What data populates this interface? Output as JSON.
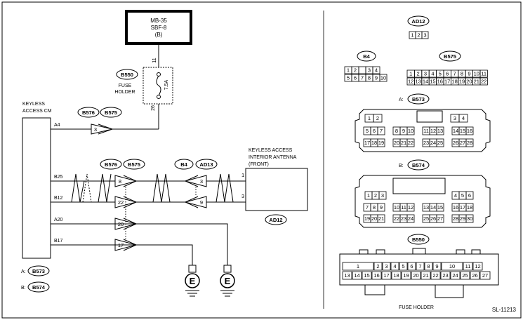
{
  "power": {
    "line1": "MB-35",
    "line2": "SBF-8",
    "line3": "(B)"
  },
  "fuse": {
    "id": "B550",
    "label1": "FUSE",
    "label2": "HOLDER",
    "rating": "7.5A",
    "pin_top": "11",
    "pin_bottom": "26"
  },
  "module": {
    "line1": "KEYLESS",
    "line2": "ACCESS CM",
    "pins": [
      "A4",
      "B25",
      "B12",
      "A20",
      "B17"
    ]
  },
  "connectors": {
    "b576": "B576",
    "b575": "B575",
    "b4": "B4",
    "ad13": "AD13",
    "ad12": "AD12"
  },
  "pins": {
    "p3": "3",
    "p8": "8",
    "p22": "22",
    "p20": "20",
    "p17": "17",
    "b4_3": "3",
    "b4_9": "9",
    "ant1": "1",
    "ant3": "3"
  },
  "antenna": {
    "line1": "KEYLESS ACCESS",
    "line2": "INTERIOR ANTENNA",
    "line3": "(FRONT)"
  },
  "ground": {
    "symbol": "E"
  },
  "legend": {
    "a_label": "A:",
    "a_conn": "B573",
    "b_label": "B:",
    "b_conn": "B574"
  },
  "right": {
    "ad12_title": "AD12",
    "ad12_pins": [
      "1",
      "2",
      "3"
    ],
    "b4_title": "B4",
    "b4_row1": [
      "1",
      "2",
      "",
      "3",
      "4"
    ],
    "b4_row2": [
      "5",
      "6",
      "7",
      "8",
      "9",
      "10"
    ],
    "b575_title": "B575",
    "b575_row1": [
      "1",
      "2",
      "3",
      "4",
      "5",
      "6",
      "7",
      "8",
      "9",
      "10",
      "11"
    ],
    "b575_row2": [
      "12",
      "13",
      "14",
      "15",
      "16",
      "17",
      "18",
      "19",
      "20",
      "21",
      "22"
    ],
    "b573_prefix": "A:",
    "b573_title": "B573",
    "b573_r1a": [
      "1",
      "2"
    ],
    "b573_r1b": [
      "3",
      "4"
    ],
    "b573_r2a": [
      "5",
      "6",
      "7"
    ],
    "b573_r2b": [
      "8",
      "9",
      "10"
    ],
    "b573_r2c": [
      "11",
      "12",
      "13"
    ],
    "b573_r2d": [
      "14",
      "15",
      "16"
    ],
    "b573_r3a": [
      "17",
      "18",
      "19"
    ],
    "b573_r3b": [
      "20",
      "21",
      "22"
    ],
    "b573_r3c": [
      "23",
      "24",
      "25"
    ],
    "b573_r3d": [
      "26",
      "27",
      "28"
    ],
    "b574_prefix": "B:",
    "b574_title": "B574",
    "b574_r1a": [
      "1",
      "2",
      "3"
    ],
    "b574_r1b": [
      "4",
      "5",
      "6"
    ],
    "b574_r2a": [
      "7",
      "8",
      "9"
    ],
    "b574_r2b": [
      "10",
      "11",
      "12"
    ],
    "b574_r2c": [
      "13",
      "14",
      "15"
    ],
    "b574_r2d": [
      "16",
      "17",
      "18"
    ],
    "b574_r3a": [
      "19",
      "20",
      "21"
    ],
    "b574_r3b": [
      "22",
      "23",
      "24"
    ],
    "b574_r3c": [
      "25",
      "26",
      "27"
    ],
    "b574_r3d": [
      "28",
      "29",
      "30"
    ],
    "b550_title": "B550",
    "b550_top": [
      "1",
      "2",
      "3",
      "4",
      "5",
      "6",
      "7",
      "8",
      "9",
      "10",
      "11",
      "12"
    ],
    "b550_bottom": [
      "13",
      "14",
      "15",
      "16",
      "17",
      "18",
      "19",
      "20",
      "21",
      "22",
      "23",
      "24",
      "25",
      "26",
      "27"
    ],
    "fuse_holder": "FUSE HOLDER"
  },
  "code": "SL-11213"
}
